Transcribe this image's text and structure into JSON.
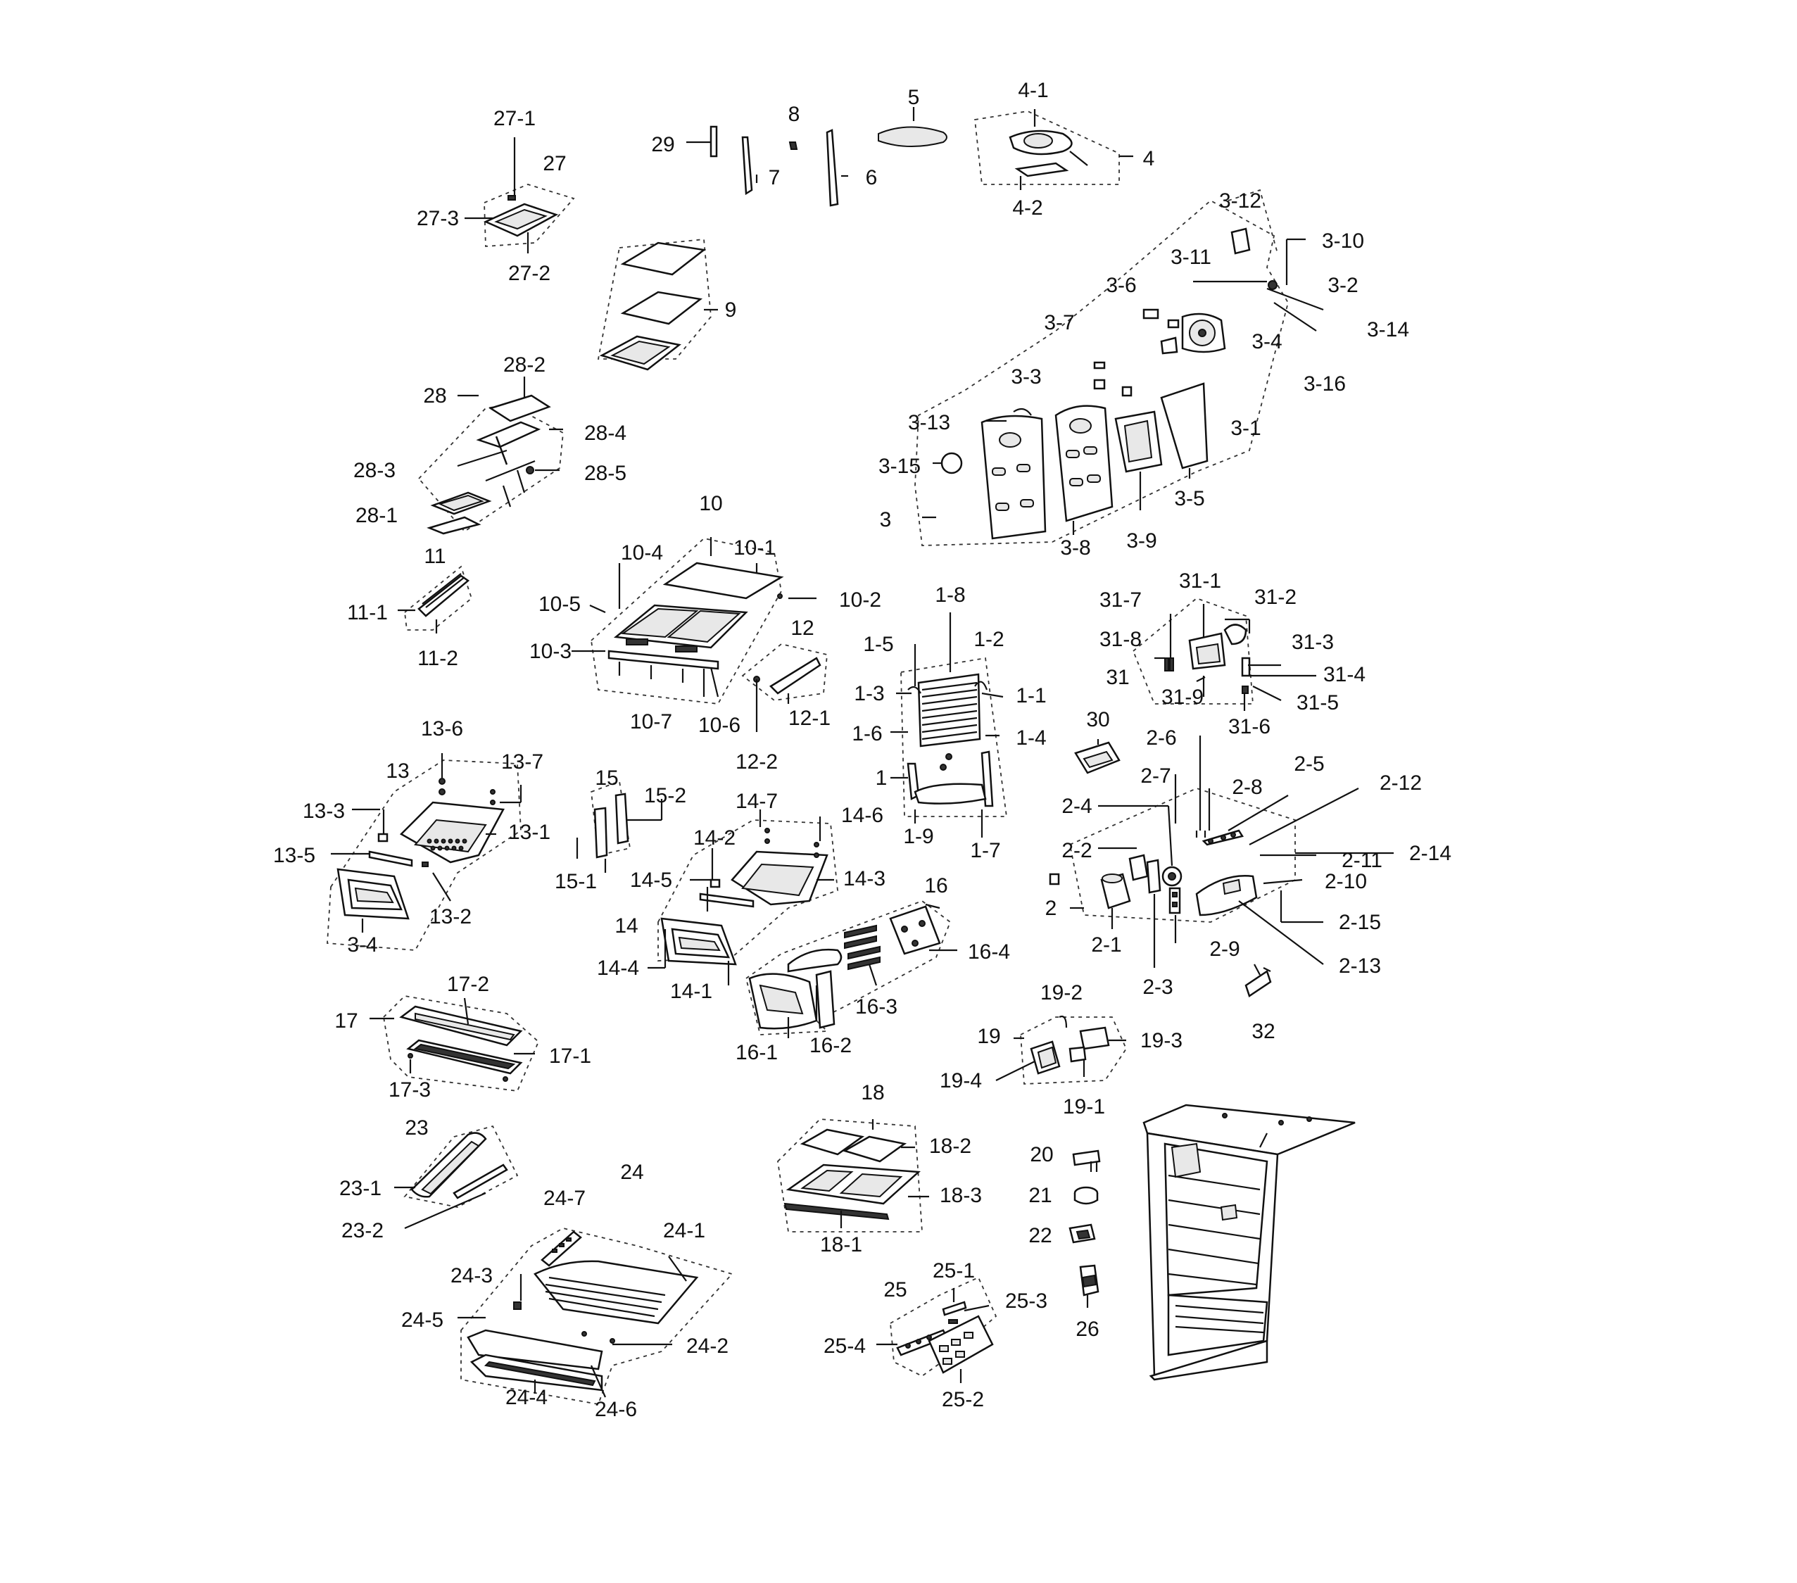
{
  "labels": {
    "l_27_1": "27-1",
    "l_27": "27",
    "l_27_3": "27-3",
    "l_27_2": "27-2",
    "l_29": "29",
    "l_8": "8",
    "l_7": "7",
    "l_6": "6",
    "l_5": "5",
    "l_4_1": "4-1",
    "l_4": "4",
    "l_4_2": "4-2",
    "l_9": "9",
    "l_3_12": "3-12",
    "l_3_10": "3-10",
    "l_3_11": "3-11",
    "l_3_2": "3-2",
    "l_3_6": "3-6",
    "l_3_14": "3-14",
    "l_3_7": "3-7",
    "l_3_4": "3-4",
    "l_3_16": "3-16",
    "l_3_3": "3-3",
    "l_3_13": "3-13",
    "l_3_1": "3-1",
    "l_3_15": "3-15",
    "l_3_5": "3-5",
    "l_3": "3",
    "l_3_8": "3-8",
    "l_3_9": "3-9",
    "l_28": "28",
    "l_28_2": "28-2",
    "l_28_4": "28-4",
    "l_28_3": "28-3",
    "l_28_5": "28-5",
    "l_28_1": "28-1",
    "l_10": "10",
    "l_10_4": "10-4",
    "l_10_1": "10-1",
    "l_10_5": "10-5",
    "l_10_2": "10-2",
    "l_10_3": "10-3",
    "l_10_7": "10-7",
    "l_10_6": "10-6",
    "l_11": "11",
    "l_11_1": "11-1",
    "l_11_2": "11-2",
    "l_12": "12",
    "l_12_1": "12-1",
    "l_12_2": "12-2",
    "l_1_8": "1-8",
    "l_1_5": "1-5",
    "l_1_2": "1-2",
    "l_1_3": "1-3",
    "l_1_1": "1-1",
    "l_1_6": "1-6",
    "l_1_4": "1-4",
    "l_1": "1",
    "l_1_9": "1-9",
    "l_1_7": "1-7",
    "l_31_7": "31-7",
    "l_31_1": "31-1",
    "l_31_2": "31-2",
    "l_31_8": "31-8",
    "l_31_3": "31-3",
    "l_31": "31",
    "l_31_4": "31-4",
    "l_31_9": "31-9",
    "l_31_5": "31-5",
    "l_31_6": "31-6",
    "l_30": "30",
    "l_2_6": "2-6",
    "l_2_5": "2-5",
    "l_2_7": "2-7",
    "l_2_8": "2-8",
    "l_2_12": "2-12",
    "l_2_4": "2-4",
    "l_2_11": "2-11",
    "l_2_2": "2-2",
    "l_2_14": "2-14",
    "l_2_10": "2-10",
    "l_2": "2",
    "l_2_1": "2-1",
    "l_2_9": "2-9",
    "l_2_15": "2-15",
    "l_2_3": "2-3",
    "l_2_13": "2-13",
    "l_13_6": "13-6",
    "l_13": "13",
    "l_13_7": "13-7",
    "l_13_3": "13-3",
    "l_13_1": "13-1",
    "l_13_5": "13-5",
    "l_13_2": "13-2",
    "l_3_4b": "3-4",
    "l_15": "15",
    "l_15_2": "15-2",
    "l_15_1": "15-1",
    "l_14_7": "14-7",
    "l_14_6": "14-6",
    "l_14_2": "14-2",
    "l_14_5": "14-5",
    "l_14_3": "14-3",
    "l_14": "14",
    "l_14_4": "14-4",
    "l_14_1": "14-1",
    "l_16": "16",
    "l_16_4": "16-4",
    "l_16_3": "16-3",
    "l_16_1": "16-1",
    "l_16_2": "16-2",
    "l_17_2": "17-2",
    "l_17": "17",
    "l_17_1": "17-1",
    "l_17_3": "17-3",
    "l_19_2": "19-2",
    "l_19": "19",
    "l_19_3": "19-3",
    "l_19_4": "19-4",
    "l_19_1": "19-1",
    "l_32": "32",
    "l_23": "23",
    "l_23_1": "23-1",
    "l_23_2": "23-2",
    "l_24": "24",
    "l_24_7": "24-7",
    "l_24_1": "24-1",
    "l_24_3": "24-3",
    "l_24_5": "24-5",
    "l_24_2": "24-2",
    "l_24_4": "24-4",
    "l_24_6": "24-6",
    "l_18": "18",
    "l_18_2": "18-2",
    "l_18_3": "18-3",
    "l_18_1": "18-1",
    "l_20": "20",
    "l_21": "21",
    "l_22": "22",
    "l_26": "26",
    "l_25_1": "25-1",
    "l_25": "25",
    "l_25_3": "25-3",
    "l_25_4": "25-4",
    "l_25_2": "25-2"
  }
}
